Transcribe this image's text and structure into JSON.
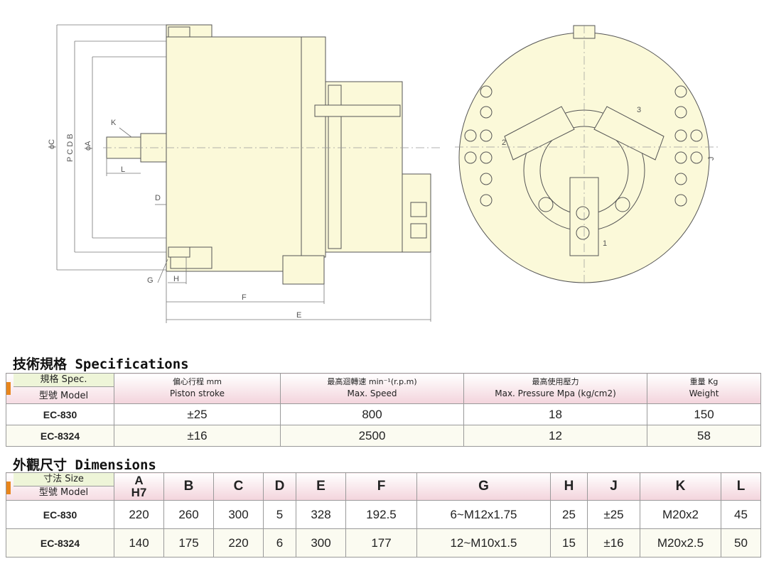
{
  "drawing": {
    "side_labels": {
      "phiC": "ϕC",
      "pcd": "P C D B",
      "phiA": "ϕA",
      "K": "K",
      "L": "L",
      "D": "D",
      "G": "G",
      "H": "H",
      "F": "F",
      "E": "E"
    },
    "front_labels": {
      "J": "J",
      "jaw1": "1",
      "jaw2": "2",
      "jaw3": "3"
    }
  },
  "specifications": {
    "title": "技術規格 Specifications",
    "corner": {
      "top": "規格 Spec.",
      "bottom": "型號 Model"
    },
    "headers": [
      {
        "zh": "偏心行程 mm",
        "en": "Piston stroke"
      },
      {
        "zh": "最高迴轉速 min⁻¹(r.p.m)",
        "en": "Max. Speed"
      },
      {
        "zh": "最高使用壓力",
        "en": "Max. Pressure   Mpa (kg/cm2)"
      },
      {
        "zh": "重量 Kg",
        "en": "Weight"
      }
    ],
    "rows": [
      {
        "model": "EC-830",
        "values": [
          "±25",
          "800",
          "18",
          "150"
        ]
      },
      {
        "model": "EC-8324",
        "values": [
          "±16",
          "2500",
          "12",
          "58"
        ]
      }
    ]
  },
  "dimensions": {
    "title": "外觀尺寸 Dimensions",
    "corner": {
      "top": "寸法 Size",
      "bottom": "型號 Model"
    },
    "headers": [
      "A",
      "H7",
      "B",
      "C",
      "D",
      "E",
      "F",
      "G",
      "H",
      "J",
      "K",
      "L"
    ],
    "rows": [
      {
        "model": "EC-830",
        "values": [
          "220",
          "260",
          "300",
          "5",
          "328",
          "192.5",
          "6~M12x1.75",
          "25",
          "±25",
          "M20x2",
          "45"
        ]
      },
      {
        "model": "EC-8324",
        "values": [
          "140",
          "175",
          "220",
          "6",
          "300",
          "177",
          "12~M10x1.5",
          "15",
          "±16",
          "M20x2.5",
          "50"
        ]
      }
    ]
  },
  "colors": {
    "body_fill": "#fbf9d9",
    "outline": "#555555",
    "accent_orange": "#e8861c",
    "header_pink": "#f3d4dc",
    "header_green": "#eef5d8"
  }
}
